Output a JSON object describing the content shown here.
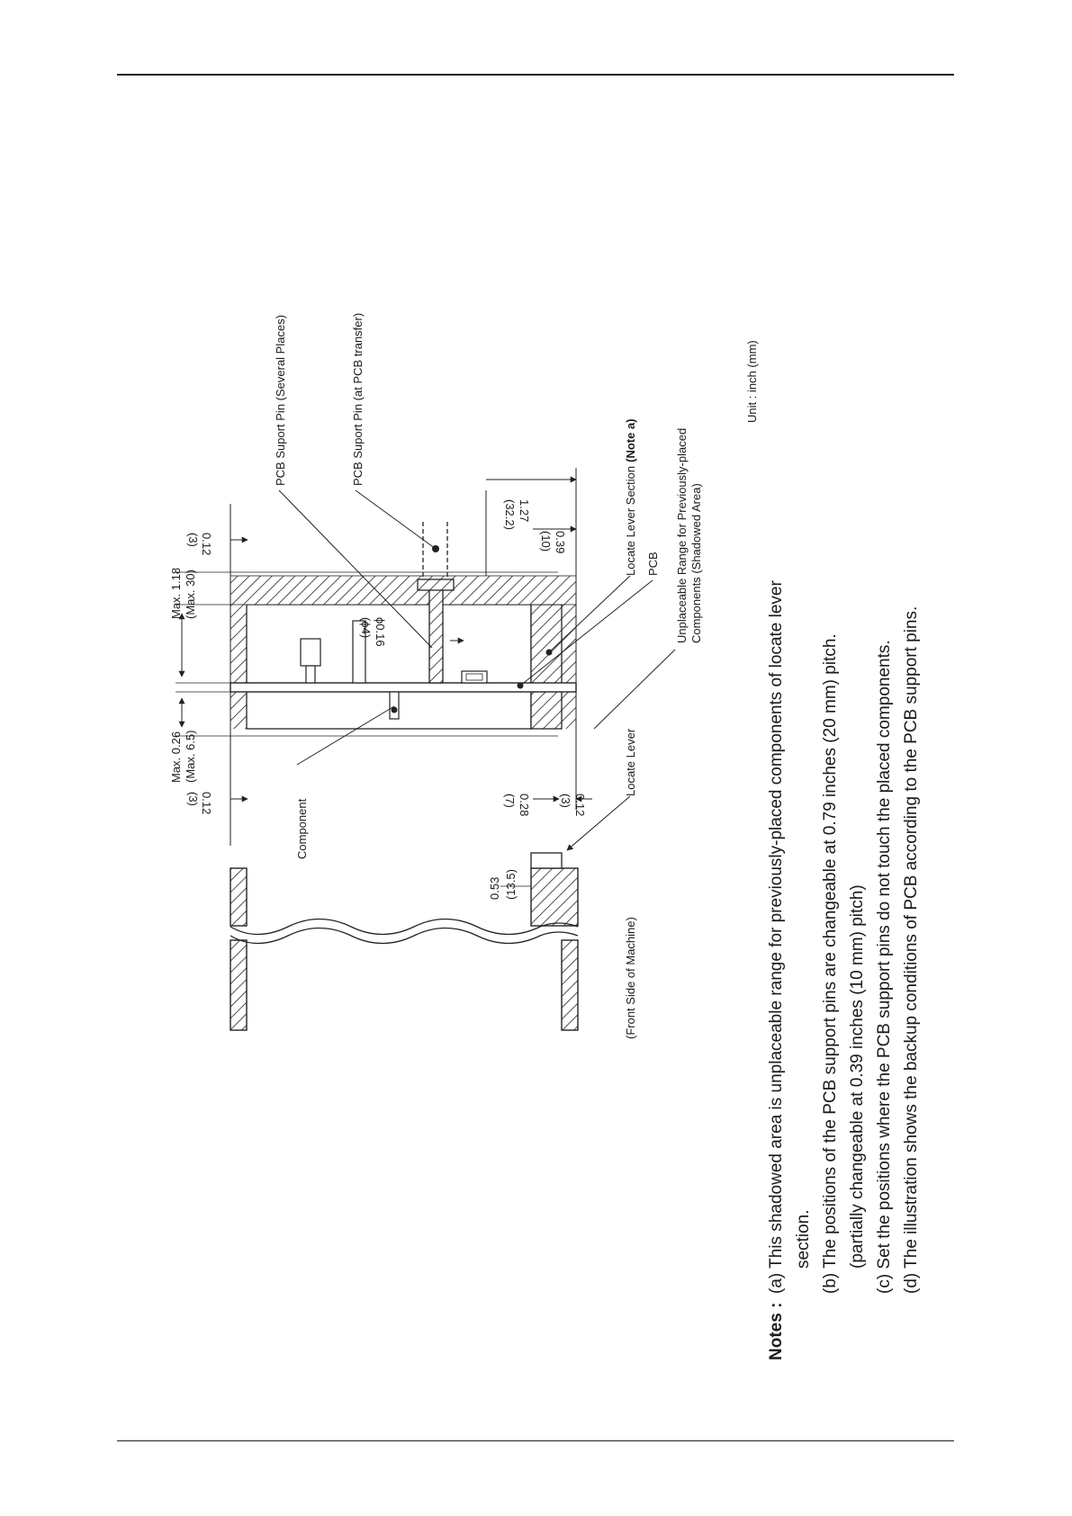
{
  "labels": {
    "support_pin_several": "PCB Suport Pin (Several Places)",
    "support_pin_transfer": "PCB Suport Pin (at PCB transfer)",
    "locate_lever_section": "Locate Lever Section",
    "note_a_ref": "(Note a)",
    "pcb": "PCB",
    "unplaceable_line1": "Unplaceable Range for Previously-placed",
    "unplaceable_line2": "Components (Shadowed Area)",
    "locate_lever": "Locate Lever",
    "component": "Component",
    "front_side": "(Front Side of Machine)",
    "unit": "Unit : inch (mm)"
  },
  "dimensions": {
    "top_right_gap_in": "0.12",
    "top_right_gap_mm": "(3)",
    "top_left_gap_in": "0.12",
    "top_left_gap_mm": "(3)",
    "max_above_in": "Max. 1.18",
    "max_above_mm": "(Max. 30)",
    "max_below_in": "Max. 0.26",
    "max_below_mm": "(Max. 6.5)",
    "pin_dia_in": "ϕ0.16",
    "pin_dia_mm": "(ϕ4)",
    "section_width_in": "1.27",
    "section_width_mm": "(32.2)",
    "edge_offset_in": "0.39",
    "edge_offset_mm": "(10)",
    "lever_height_in": "0.28",
    "lever_height_mm": "(7)",
    "lever_gap_in": "0.12",
    "lever_gap_mm": "(3)",
    "rail_depth_in": "0.53",
    "rail_depth_mm": "(13.5)"
  },
  "notes": {
    "heading": "Notes :",
    "a_line1": "(a) This shadowed area is unplaceable range for previously-placed components of locate lever",
    "a_line2": "section.",
    "b_line1": "(b) The positions of the PCB support pins are changeable at 0.79 inches (20 mm) pitch.",
    "b_line2": "(partially changeable at 0.39 inches (10 mm) pitch)",
    "c": "(c) Set the positions where the PCB support pins do not touch the placed components.",
    "d": "(d) The illustration shows the backup conditions of PCB according to the PCB support pins."
  }
}
